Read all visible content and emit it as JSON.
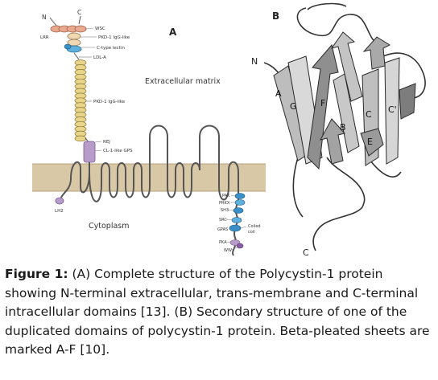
{
  "panel_a": {
    "panel_label": "A",
    "n_terminus": "N",
    "c_terminus_top": "C",
    "domain_labels": {
      "lrr": "LRR",
      "wsc": "WSC",
      "pkd1_top": "PKD-1 IgG-like",
      "ctype": "C-type lectin",
      "ldla": "LDL-A",
      "pkd1_mid": "PKD-1 IgG-like",
      "rej": "REJ",
      "gps": "CL-1-like GPS",
      "lh2": "LH2"
    },
    "region_labels": {
      "extracellular": "Extracellular matrix",
      "cytoplasm": "Cytoplasm"
    },
    "cterm_labels": {
      "pak": "PAK",
      "prkx": "PRKX",
      "sh3": "SH3",
      "src": "SRC",
      "gpas": "GPAS",
      "coiled": "Coiled",
      "coil": "coil",
      "pka": "PKA",
      "ww": "WW"
    }
  },
  "panel_b": {
    "panel_label": "B",
    "n_terminus": "N",
    "c_terminus": "C",
    "strands": [
      "A",
      "G",
      "F",
      "B",
      "C",
      "C'",
      "E"
    ]
  },
  "caption": {
    "label": "Figure 1:",
    "text": " (A) Complete structure of the Polycystin-1 protein showing N-terminal extracellular, trans-membrane and C-terminal intracellular domains [13]. (B) Secondary structure of one of the duplicated domains of polycystin-1 protein. Beta-pleated sheets are marked A-F [10]."
  },
  "colors": {
    "membrane_band": "#d9c8a6",
    "beads": "#e9d58a",
    "rej_block": "#b79bc9",
    "blue_domain": "#3a8fc7",
    "sheet_grey": "#9a9a9a"
  }
}
